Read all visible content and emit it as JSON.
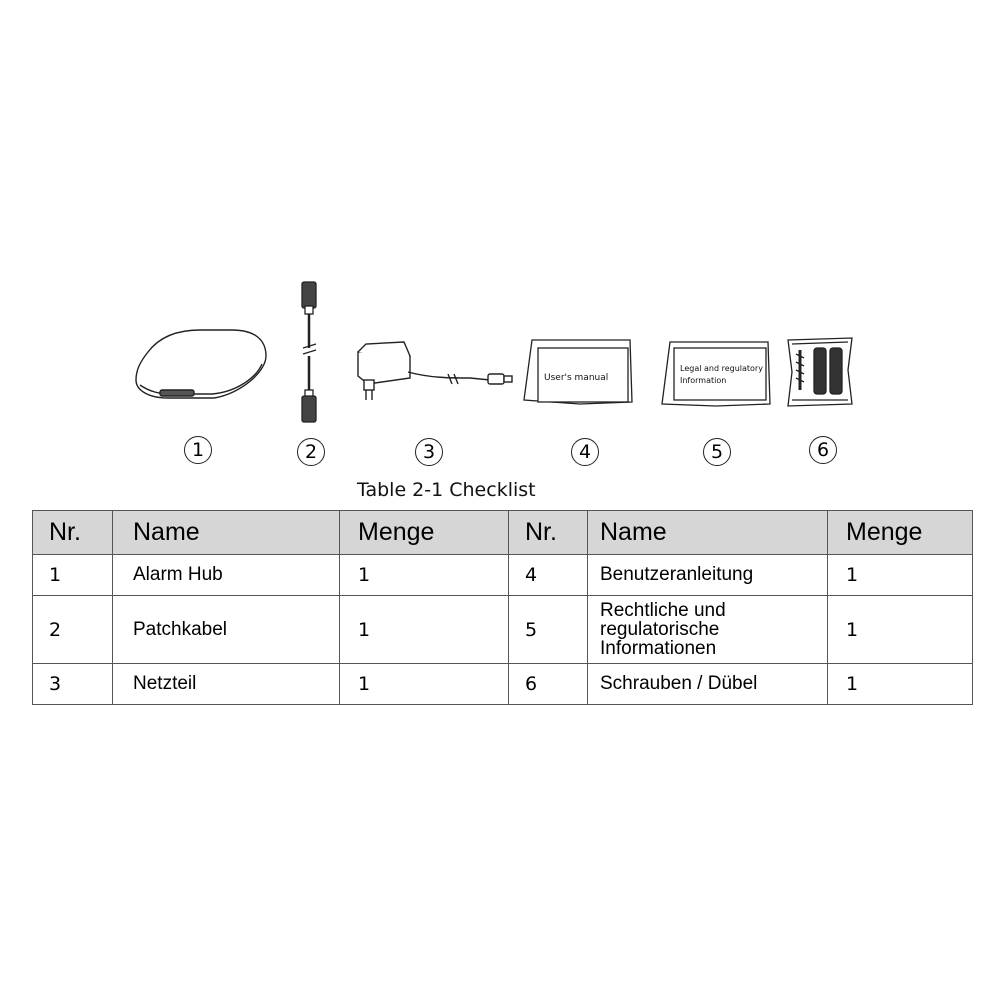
{
  "figure": {
    "item_numbers": [
      "1",
      "2",
      "3",
      "4",
      "5",
      "6"
    ],
    "manual_label": "User's manual",
    "legal_label_line1": "Legal and regulatory",
    "legal_label_line2": "Information",
    "caption": "Table 2-1 Checklist"
  },
  "table": {
    "headers": [
      "Nr.",
      "Name",
      "Menge",
      "Nr.",
      "Name",
      "Menge"
    ],
    "rows": [
      {
        "nr_left": "1",
        "name_left": "Alarm Hub",
        "qty_left": "1",
        "nr_right": "4",
        "name_right": "Benutzeranleitung",
        "qty_right": "1"
      },
      {
        "nr_left": "2",
        "name_left": "Patchkabel",
        "qty_left": "1",
        "nr_right": "5",
        "name_right_lines": [
          "Rechtliche und",
          "regulatorische",
          "Informationen"
        ],
        "qty_right": "1"
      },
      {
        "nr_left": "3",
        "name_left": "Netzteil",
        "qty_left": "1",
        "nr_right": "6",
        "name_right": "Schrauben / Dübel",
        "qty_right": "1"
      }
    ]
  }
}
